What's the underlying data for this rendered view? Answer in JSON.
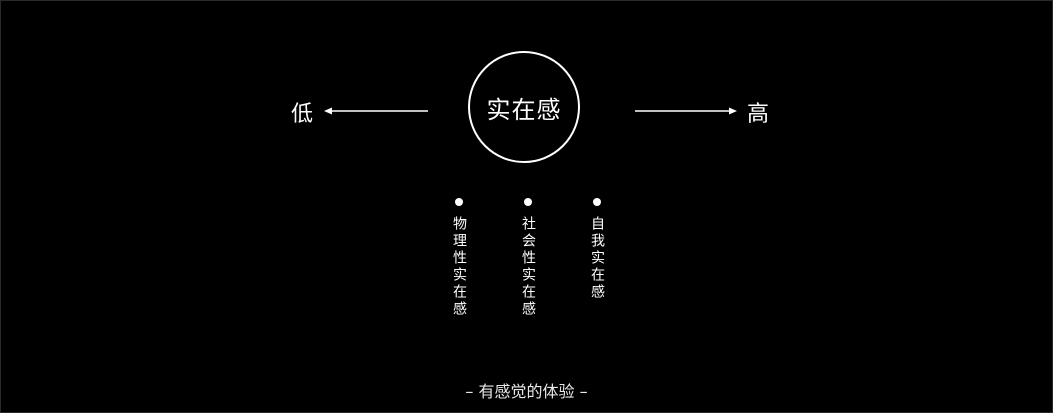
{
  "diagram": {
    "center": "实在感",
    "low": "低",
    "high": "高",
    "columns": [
      {
        "label": "物理性实在感"
      },
      {
        "label": "社会性实在感"
      },
      {
        "label": "自我实在感"
      }
    ],
    "footer": "– 有感觉的体验 –"
  },
  "colors": {
    "background": "#000000",
    "foreground": "#ffffff"
  }
}
